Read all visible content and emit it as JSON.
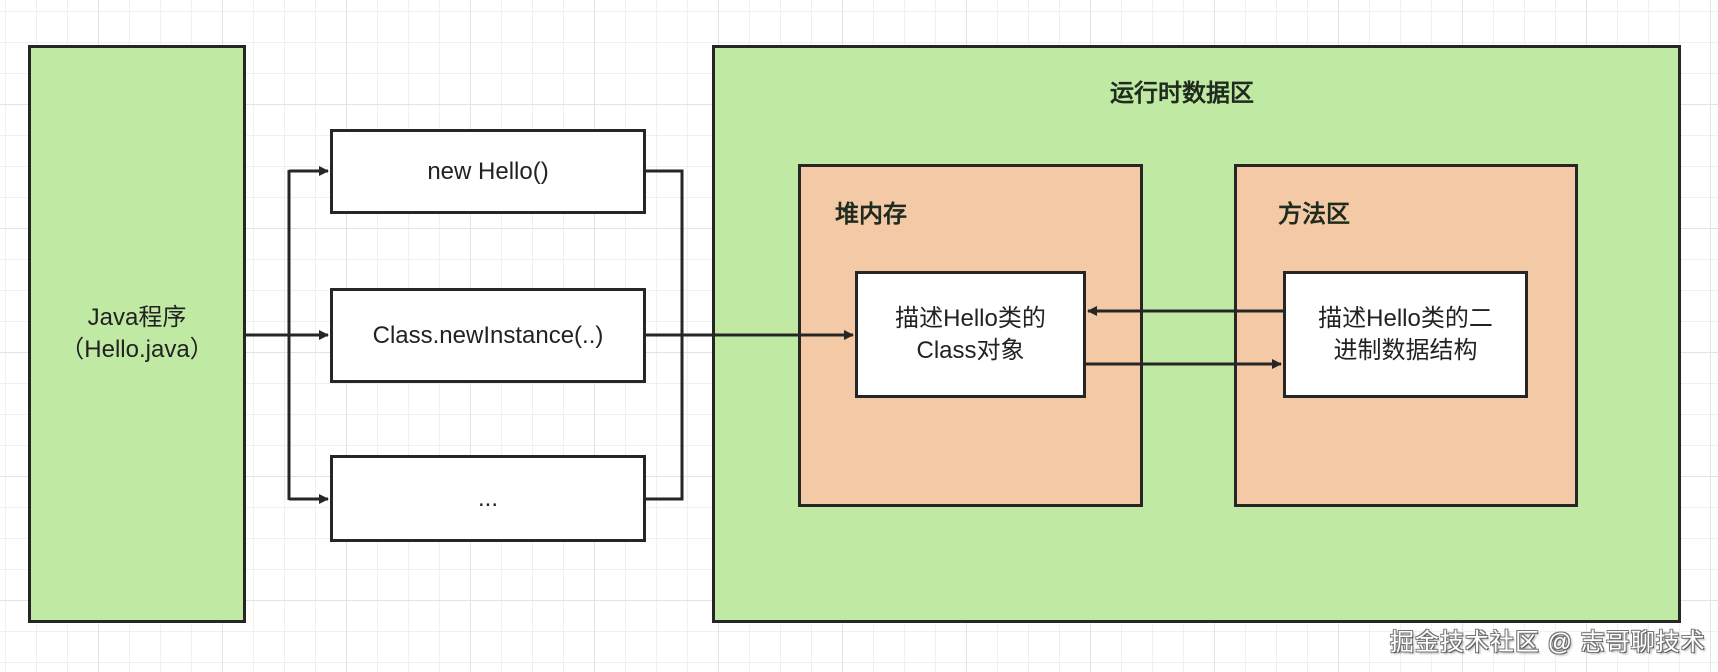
{
  "diagram": {
    "colors": {
      "program_fill": "#c0eaa3",
      "runtime_fill": "#c0eaa3",
      "area_fill": "#f4caa6",
      "node_fill": "#ffffff",
      "stroke": "#262626"
    },
    "java_program": {
      "label": "Java程序\n（Hello.java）"
    },
    "creation_methods": [
      {
        "label": "new Hello()"
      },
      {
        "label": "Class.newInstance(..)"
      },
      {
        "label": "..."
      }
    ],
    "runtime_data_area": {
      "title": "运行时数据区",
      "heap": {
        "title": "堆内存",
        "node": {
          "label": "描述Hello类的\nClass对象"
        }
      },
      "method_area": {
        "title": "方法区",
        "node": {
          "label": "描述Hello类的二\n进制数据结构"
        }
      }
    },
    "edges": [
      {
        "from": "java_program",
        "to": "new Hello()"
      },
      {
        "from": "java_program",
        "to": "Class.newInstance(..)"
      },
      {
        "from": "java_program",
        "to": "..."
      },
      {
        "from": "creation_methods",
        "to": "描述Hello类的Class对象"
      },
      {
        "from": "描述Hello类的二进制数据结构",
        "to": "描述Hello类的Class对象"
      },
      {
        "from": "描述Hello类的Class对象",
        "to": "描述Hello类的二进制数据结构"
      }
    ]
  },
  "watermark": "掘金技术社区 @ 志哥聊技术"
}
